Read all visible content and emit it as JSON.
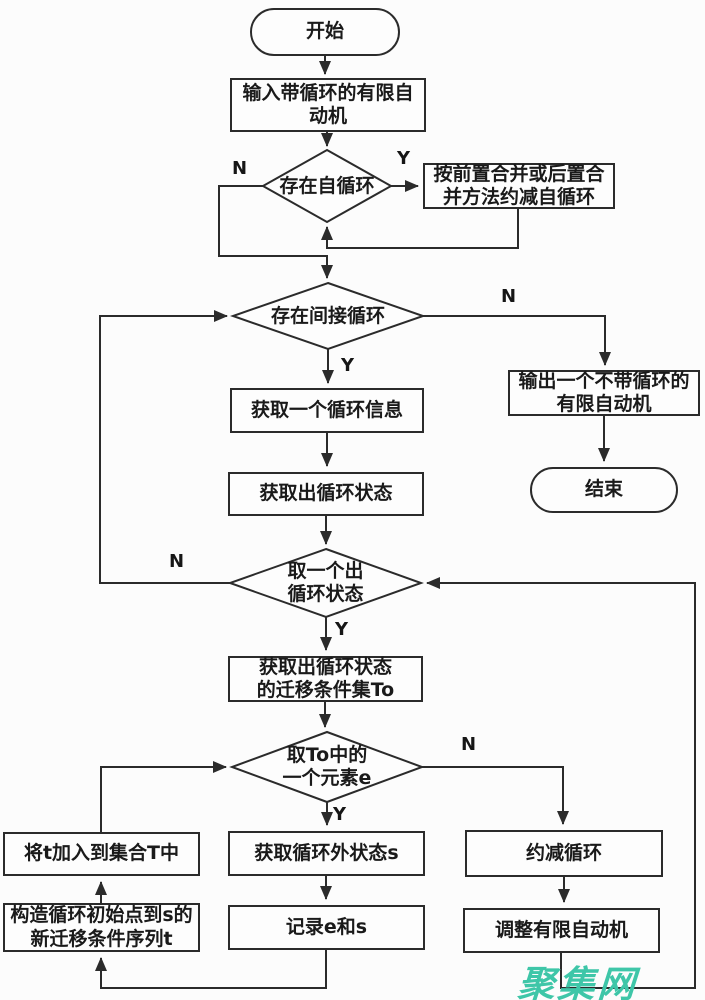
{
  "branch": {
    "yes": "Y",
    "no": "N"
  },
  "watermark": {
    "text": "聚集网",
    "color": "#3ec6a8"
  },
  "colors": {
    "line": "#2b2b2b",
    "node_border": "#2b2b2b",
    "node_fill": "#fdfdfd",
    "background": "#fcfcfc",
    "watermark": "#3ec6a8"
  },
  "nodes": {
    "start": "开始",
    "input": [
      "输入带循环的有限自",
      "动机"
    ],
    "self_loop_check": "存在自循环",
    "reduce_self_loop": [
      "按前置合并或后置合",
      "并方法约减自循环"
    ],
    "indirect_loop_check": "存在间接循环",
    "output_automaton": [
      "输出一个不带循环的",
      "有限自动机"
    ],
    "end": "结束",
    "get_loop_info": "获取一个循环信息",
    "get_out_loop_states": "获取出循环状态",
    "take_out_loop_state": [
      "取一个出",
      "循环状态"
    ],
    "get_transition_set": [
      "获取出循环状态",
      "的迁移条件集To"
    ],
    "take_element": [
      "取To中的",
      "一个元素e"
    ],
    "add_t_to_set": "将t加入到集合T中",
    "get_outside_state": "获取循环外状态s",
    "reduce_loop": "约减循环",
    "construct_sequence": [
      "构造循环初始点到s的",
      "新迁移条件序列t"
    ],
    "record_e_s": "记录e和s",
    "adjust_automaton": "调整有限自动机"
  }
}
